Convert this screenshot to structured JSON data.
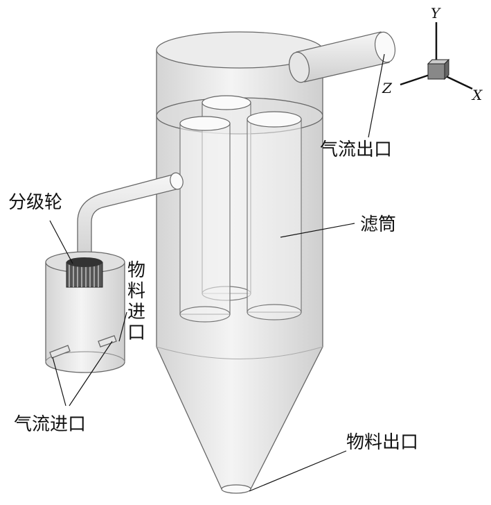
{
  "labels": {
    "gas_outlet": "气流出口",
    "filter_cartridge": "滤筒",
    "classifier_wheel": "分级轮",
    "material_inlet": [
      "物",
      "料",
      "进",
      "口"
    ],
    "gas_inlet": "气流进口",
    "material_outlet": "物料出口"
  },
  "axes": {
    "y": "Y",
    "z": "Z",
    "x": "X"
  }
}
